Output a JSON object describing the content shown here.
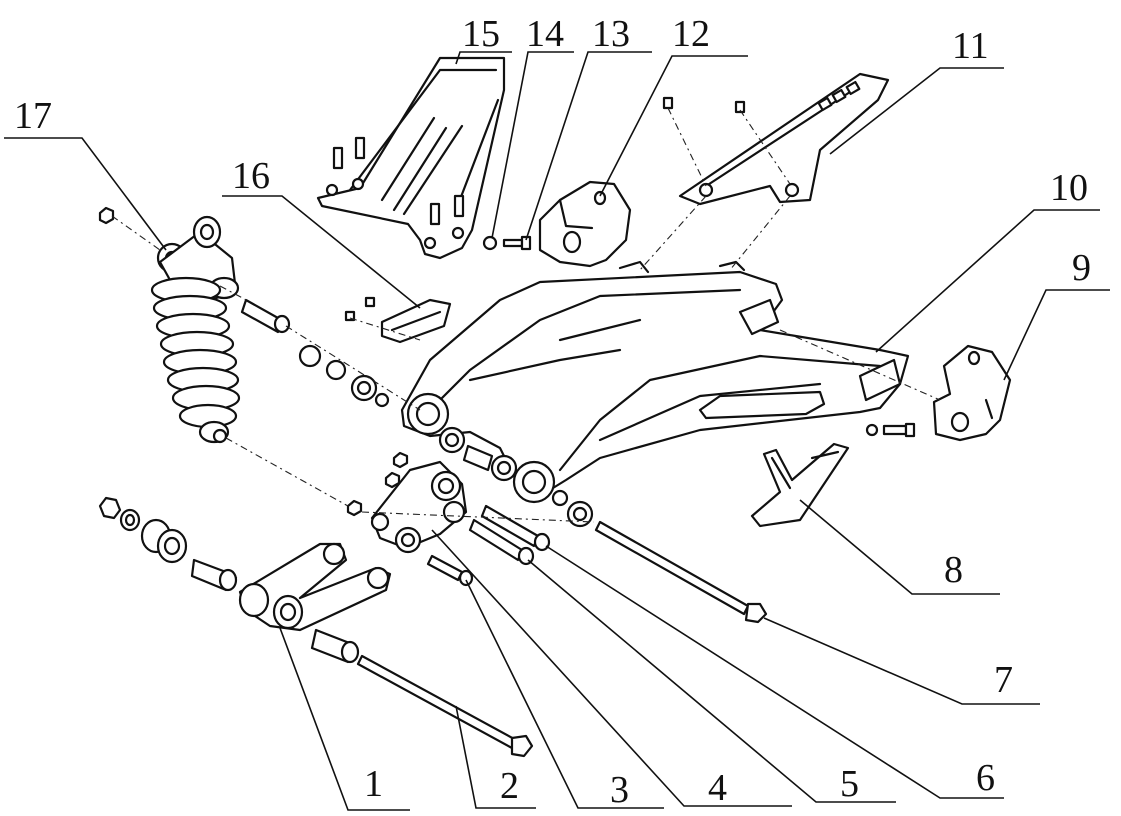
{
  "diagram": {
    "type": "exploded-parts-view",
    "callouts": [
      {
        "id": "c1",
        "label": "1"
      },
      {
        "id": "c2",
        "label": "2"
      },
      {
        "id": "c3",
        "label": "3"
      },
      {
        "id": "c4",
        "label": "4"
      },
      {
        "id": "c5",
        "label": "5"
      },
      {
        "id": "c6",
        "label": "6"
      },
      {
        "id": "c7",
        "label": "7"
      },
      {
        "id": "c8",
        "label": "8"
      },
      {
        "id": "c9",
        "label": "9"
      },
      {
        "id": "c10",
        "label": "10"
      },
      {
        "id": "c11",
        "label": "11"
      },
      {
        "id": "c12",
        "label": "12"
      },
      {
        "id": "c13",
        "label": "13"
      },
      {
        "id": "c14",
        "label": "14"
      },
      {
        "id": "c15",
        "label": "15"
      },
      {
        "id": "c16",
        "label": "16"
      },
      {
        "id": "c17",
        "label": "17"
      }
    ]
  }
}
